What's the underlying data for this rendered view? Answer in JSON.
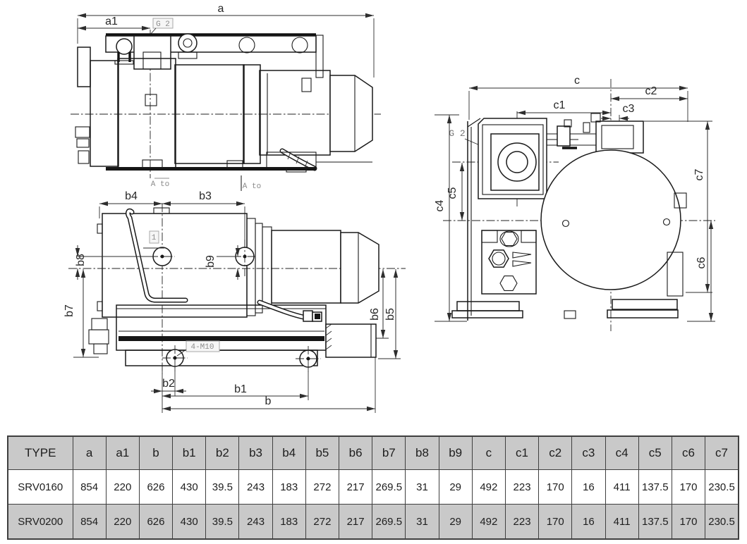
{
  "drawing": {
    "labels": {
      "a": "a",
      "a1": "a1",
      "g2": "G 2",
      "a_to": "A to",
      "one": "1",
      "b": "b",
      "b1": "b1",
      "b2": "b2",
      "b3": "b3",
      "b4": "b4",
      "b5": "b5",
      "b6": "b6",
      "b7": "b7",
      "b8": "b8",
      "b9": "b9",
      "m10": "4-M10",
      "c": "c",
      "c1": "c1",
      "c2": "c2",
      "c3": "c3",
      "c4": "c4",
      "c5": "c5",
      "c6": "c6",
      "c7": "c7"
    },
    "colors": {
      "line": "#1a1a1a",
      "dim_text": "#272727",
      "cad_label": "#8d8d8d"
    }
  },
  "table": {
    "columns": [
      "TYPE",
      "a",
      "a1",
      "b",
      "b1",
      "b2",
      "b3",
      "b4",
      "b5",
      "b6",
      "b7",
      "b8",
      "b9",
      "c",
      "c1",
      "c2",
      "c3",
      "c4",
      "c5",
      "c6",
      "c7"
    ],
    "rows": [
      {
        "type": "SRV0160",
        "values": [
          "854",
          "220",
          "626",
          "430",
          "39.5",
          "243",
          "183",
          "272",
          "217",
          "269.5",
          "31",
          "29",
          "492",
          "223",
          "170",
          "16",
          "411",
          "137.5",
          "170",
          "230.5"
        ]
      },
      {
        "type": "SRV0200",
        "values": [
          "854",
          "220",
          "626",
          "430",
          "39.5",
          "243",
          "183",
          "272",
          "217",
          "269.5",
          "31",
          "29",
          "492",
          "223",
          "170",
          "16",
          "411",
          "137.5",
          "170",
          "230.5"
        ]
      }
    ],
    "colors": {
      "header_bg": "#c9c9c9",
      "alt_row_bg": "#c9c9c9",
      "border": "#3f3f3f"
    }
  }
}
